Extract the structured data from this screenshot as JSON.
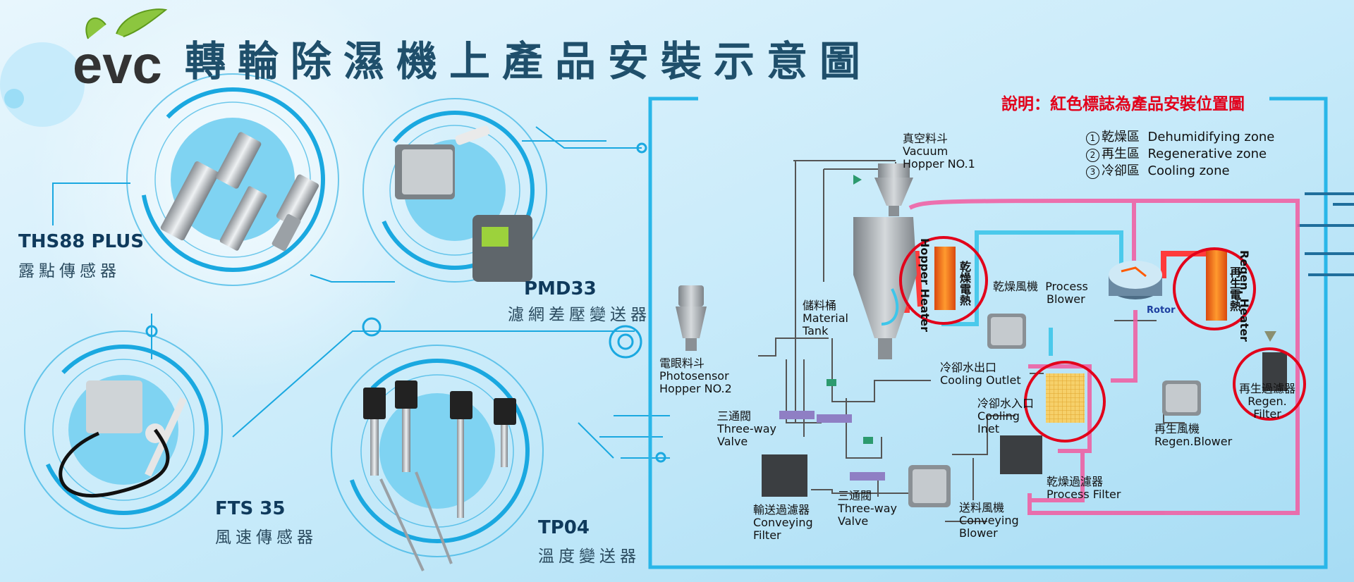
{
  "header": {
    "title": "轉輪除濕機上產品安裝示意圖",
    "logo_text": "evc",
    "note": "說明：紅色標誌為產品安裝位置圖"
  },
  "products": [
    {
      "model": "THS88 PLUS",
      "name": "露點傳感器"
    },
    {
      "model": "PMD33",
      "name": "濾網差壓變送器"
    },
    {
      "model": "FTS 35",
      "name": "風速傳感器"
    },
    {
      "model": "TP04",
      "name": "溫度變送器"
    }
  ],
  "zones": [
    {
      "num": "1",
      "zh": "乾燥區",
      "en": "Dehumidifying zone"
    },
    {
      "num": "2",
      "zh": "再生區",
      "en": "Regenerative zone"
    },
    {
      "num": "3",
      "zh": "冷卻區",
      "en": "Cooling zone"
    }
  ],
  "diagram": {
    "vacuum_hopper": {
      "zh": "真空料斗",
      "en1": "Vacuum",
      "en2": "Hopper NO.1"
    },
    "material_tank": {
      "zh": "儲料桶",
      "en1": "Material",
      "en2": "Tank"
    },
    "photosensor_hopper": {
      "zh": "電眼料斗",
      "en1": "Photosensor",
      "en2": "Hopper NO.2"
    },
    "three_way_valve_1": {
      "zh": "三通閥",
      "en1": "Three-way",
      "en2": "Valve"
    },
    "three_way_valve_2": {
      "zh": "三通閥",
      "en1": "Three-way",
      "en2": "Valve"
    },
    "conveying_filter": {
      "zh": "輸送過濾器",
      "en1": "Conveying",
      "en2": "Filter"
    },
    "conveying_blower": {
      "zh": "送料風機",
      "en1": "Conveying",
      "en2": "Blower"
    },
    "process_blower": {
      "zh": "乾燥風機",
      "en1": "Process",
      "en2": "Blower"
    },
    "cooling_outlet": {
      "zh": "冷卻水出口",
      "en": "Cooling Outlet"
    },
    "cooling_inlet": {
      "zh": "冷卻水入口",
      "en1": "Cooling",
      "en2": "Inet"
    },
    "process_filter": {
      "zh": "乾燥過濾器",
      "en": "Process Filter"
    },
    "regen_blower": {
      "zh": "再生風機",
      "en": "Regen.Blower"
    },
    "regen_filter": {
      "zh": "再生過濾器",
      "en1": "Regen.",
      "en2": "Filter"
    },
    "hopper_heater": {
      "zh": "乾燥電熱",
      "en": "Hopper Heater"
    },
    "regen_heater": {
      "zh": "再生電熱",
      "en": "Regen. Heater"
    },
    "rotor": "Rotor"
  },
  "colors": {
    "title": "#1f4f6b",
    "note": "#e2001a",
    "hot_air_pipe": "#f25aa0",
    "process_air_pipe": "#3ec6ea",
    "marker": "#e2001a",
    "frame": "#29b6e8"
  }
}
